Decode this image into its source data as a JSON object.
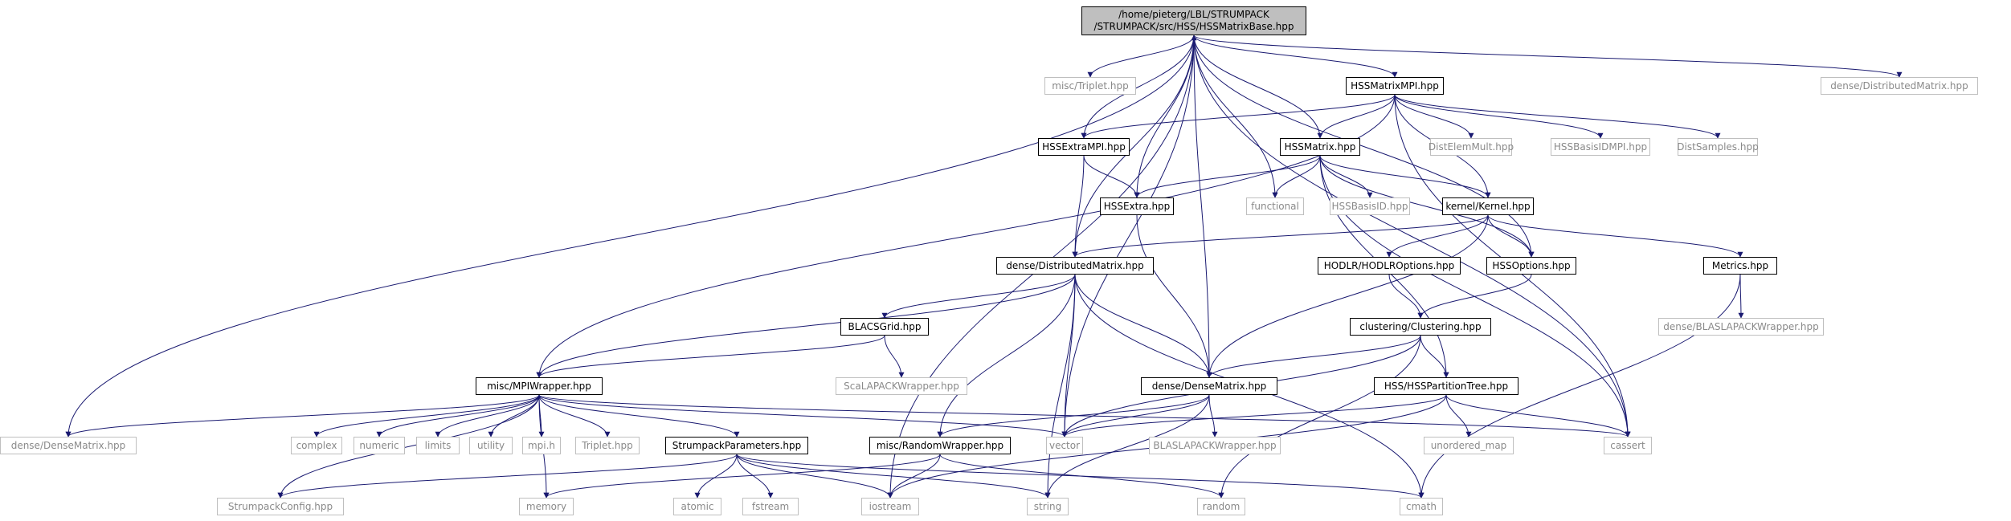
{
  "graph": {
    "edge_color": "#191970",
    "ext_border_color": "#bfbfbf",
    "root_fill": "#bfbfbf",
    "root": {
      "line1": "/home/pieterg/LBL/STRUMPACK",
      "line2": "/STRUMPACK/src/HSS/HSSMatrixBase.hpp"
    },
    "nodes": {
      "triplet_misc": "misc/Triplet.hpp",
      "hssmatrixmpi": "HSSMatrixMPI.hpp",
      "dense_distmatrix_ext": "dense/DistributedMatrix.hpp",
      "hssextrampi": "HSSExtraMPI.hpp",
      "hssmatrix": "HSSMatrix.hpp",
      "distelemmult": "DistElemMult.hpp",
      "hssbasisidmpi": "HSSBasisIDMPI.hpp",
      "distsamples": "DistSamples.hpp",
      "hssextra": "HSSExtra.hpp",
      "functional": "functional",
      "hssbasisid": "HSSBasisID.hpp",
      "kernel": "kernel/Kernel.hpp",
      "dense_distmatrix": "dense/DistributedMatrix.hpp",
      "hodlr_options": "HODLR/HODLROptions.hpp",
      "hssoptions": "HSSOptions.hpp",
      "metrics": "Metrics.hpp",
      "blacsgrid": "BLACSGrid.hpp",
      "dense_blaslapack": "dense/BLASLAPACKWrapper.hpp",
      "clustering": "clustering/Clustering.hpp",
      "scalapack": "ScaLAPACKWrapper.hpp",
      "mpiwrapper": "misc/MPIWrapper.hpp",
      "densematrix": "dense/DenseMatrix.hpp",
      "hsspartitiontree": "HSS/HSSPartitionTree.hpp",
      "densematrix_ext": "dense/DenseMatrix.hpp",
      "complex": "complex",
      "numeric": "numeric",
      "limits": "limits",
      "utility": "utility",
      "mpi_h": "mpi.h",
      "triplet": "Triplet.hpp",
      "strumpackparams": "StrumpackParameters.hpp",
      "randomwrapper": "misc/RandomWrapper.hpp",
      "vector": "vector",
      "blaslapack": "BLASLAPACKWrapper.hpp",
      "unordered_map": "unordered_map",
      "cassert": "cassert",
      "strumpackconfig": "StrumpackConfig.hpp",
      "memory": "memory",
      "atomic": "atomic",
      "fstream": "fstream",
      "iostream": "iostream",
      "string": "string",
      "random": "random",
      "cmath": "cmath"
    }
  }
}
